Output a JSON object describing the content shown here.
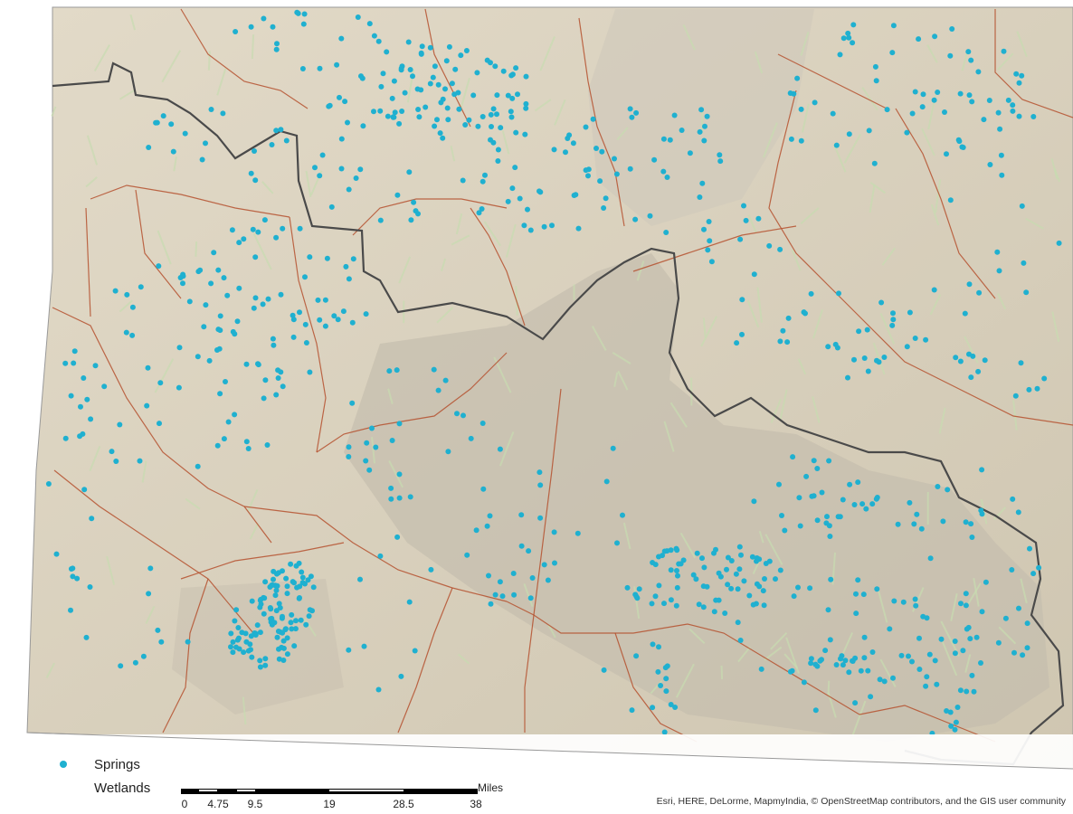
{
  "legend": {
    "items": [
      {
        "label": "Springs",
        "color": "#1fb0d0",
        "symbol": "dot"
      },
      {
        "label": "Wetlands",
        "color": "",
        "symbol": "none"
      }
    ]
  },
  "scalebar": {
    "unit": "Miles",
    "ticks": [
      "0",
      "4.75",
      "9.5",
      "19",
      "28.5",
      "38"
    ]
  },
  "attribution": "Esri, HERE, DeLorme, MapmyIndia, © OpenStreetMap contributors, and the GIS user community",
  "colors": {
    "land": "#dcd3bf",
    "terrain_shade": "#b6b0a3",
    "roads": "#b5512f",
    "forest_boundary": "#4a4a4a",
    "springs": "#1fb0d0",
    "vegetation": "#c8dcb0"
  }
}
